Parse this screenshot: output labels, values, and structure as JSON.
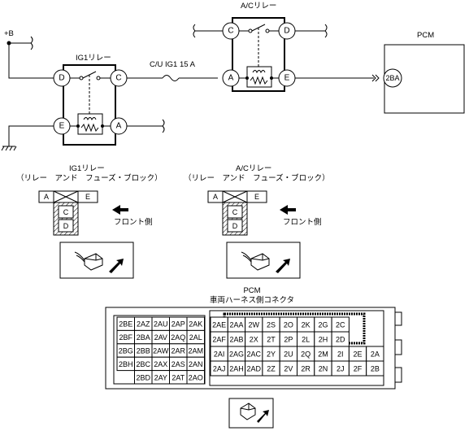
{
  "diagram": {
    "supply_label": "+B",
    "ig1_relay": {
      "title": "IG1リレー",
      "pins": {
        "top_left": "D",
        "top_right": "C",
        "bottom_left": "E",
        "bottom_right": "A"
      }
    },
    "fuse_label": "C/U IG1 15 A",
    "ac_relay": {
      "title": "A/Cリレー",
      "pins": {
        "top_left": "C",
        "top_right": "D",
        "bottom_left": "A",
        "bottom_right": "E"
      }
    },
    "pcm": {
      "title": "PCM",
      "terminal": "2BA"
    }
  },
  "ig1_view": {
    "title": "IG1リレー",
    "subtitle": "（リレー　アンド　フューズ・ブロック）",
    "top_left": "A",
    "top_right": "E",
    "lower_top": "C",
    "lower_bottom": "D",
    "front_label": "フロント側"
  },
  "ac_view": {
    "title": "A/Cリレー",
    "subtitle": "（リレー　アンド　フューズ・ブロック）",
    "top_left": "A",
    "top_right": "E",
    "lower_top": "C",
    "lower_bottom": "D",
    "front_label": "フロント側"
  },
  "pcm_connector": {
    "title": "PCM",
    "subtitle": "車両ハーネス側コネクタ",
    "left_rows": [
      [
        "2BE",
        "2AZ",
        "2AU",
        "2AP",
        "2AK"
      ],
      [
        "2BF",
        "2BA",
        "2AV",
        "2AQ",
        "2AL"
      ],
      [
        "2BG",
        "2BB",
        "2AW",
        "2AR",
        "2AM"
      ],
      [
        "2BH",
        "2BC",
        "2AX",
        "2AS",
        "2AN"
      ],
      [
        "",
        "2BD",
        "2AY",
        "2AT",
        "2AO"
      ]
    ],
    "right_rows": [
      [
        "",
        "",
        "",
        "",
        "",
        "",
        "",
        "",
        "",
        ""
      ],
      [
        "2AE",
        "2AA",
        "2W",
        "2S",
        "2O",
        "2K",
        "2G",
        "2C",
        "",
        ""
      ],
      [
        "2AF",
        "2AB",
        "2X",
        "2T",
        "2P",
        "2L",
        "2H",
        "2D",
        "",
        ""
      ],
      [
        "2AI",
        "2AG",
        "2AC",
        "2Y",
        "2U",
        "2Q",
        "2M",
        "2I",
        "2E",
        "2A"
      ],
      [
        "2AJ",
        "2AH",
        "2AD",
        "2Z",
        "2V",
        "2R",
        "2N",
        "2J",
        "2F",
        "2B"
      ]
    ]
  }
}
